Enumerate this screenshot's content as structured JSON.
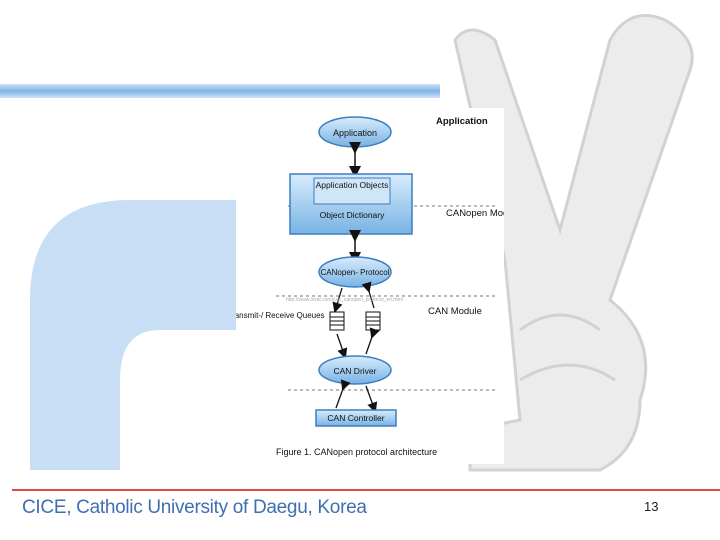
{
  "diagram": {
    "nodes": {
      "application": "Application",
      "app_objects": "Application Objects",
      "object_dictionary": "Object Dictionary",
      "canopen_protocol": "CANopen- Protocol",
      "can_driver": "CAN Driver",
      "can_controller": "CAN Controller"
    },
    "layers": {
      "application": "Application",
      "canopen_module": "CANopen Module",
      "can_module": "CAN Module"
    },
    "queues_label": "Transmit-/ Receive Queues",
    "watermark": "http://www.ixxat.com/can_canopen_protocol_en.html",
    "caption": "Figure 1. CANopen protocol architecture"
  },
  "footer": {
    "organization": "CICE, Catholic University of Daegu, Korea",
    "page_number": "13"
  },
  "colors": {
    "logo_shape": "#c8def5",
    "hand_outline": "#d9d9d9",
    "node_fill": "#8ec0ea",
    "node_stroke": "#3b7fc2",
    "accent_line": "#d94a4a",
    "footer_text": "#3f6fb0"
  }
}
